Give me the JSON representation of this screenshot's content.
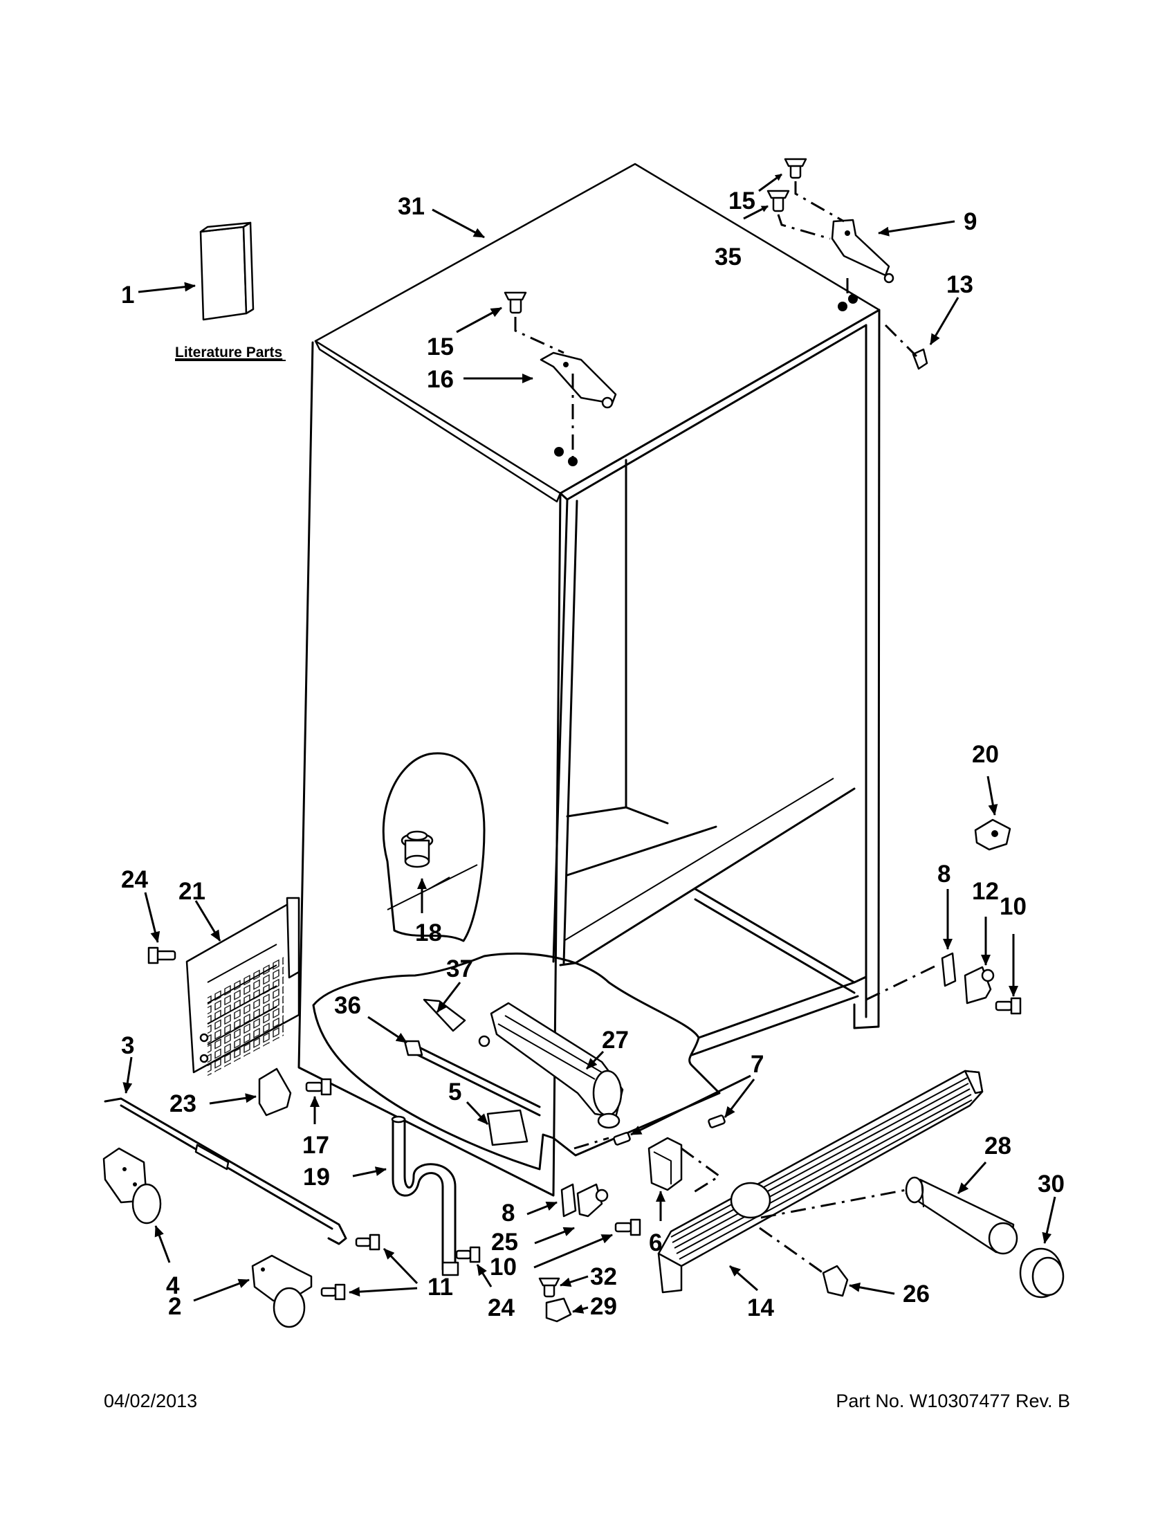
{
  "literature_label": "Literature Parts",
  "callouts": {
    "c1": "1",
    "c2": "2",
    "c3": "3",
    "c4": "4",
    "c5": "5",
    "c6": "6",
    "c7": "7",
    "c8a": "8",
    "c8b": "8",
    "c9": "9",
    "c10a": "10",
    "c10b": "10",
    "c11": "11",
    "c12": "12",
    "c13": "13",
    "c14": "14",
    "c15a": "15",
    "c15b": "15",
    "c16": "16",
    "c17": "17",
    "c18": "18",
    "c19": "19",
    "c20": "20",
    "c21": "21",
    "c23": "23",
    "c24a": "24",
    "c24b": "24",
    "c25": "25",
    "c26": "26",
    "c27": "27",
    "c28": "28",
    "c29": "29",
    "c30": "30",
    "c31": "31",
    "c32": "32",
    "c35": "35",
    "c36": "36",
    "c37": "37"
  },
  "footer": {
    "date": "04/02/2013",
    "part_no": "Part No.  W10307477  Rev. B"
  },
  "colors": {
    "ink": "#000000",
    "paper": "#ffffff",
    "shade": "#dddddd"
  }
}
